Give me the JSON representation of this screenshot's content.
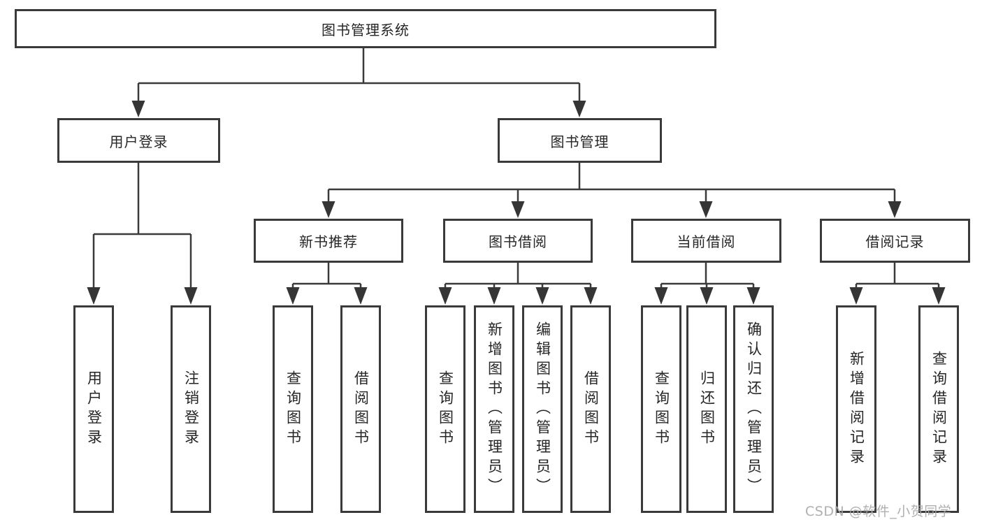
{
  "diagram": {
    "root": {
      "label": "图书管理系统"
    },
    "level2": [
      {
        "label": "用户登录",
        "children": [
          "用户登录",
          "注销登录"
        ]
      },
      {
        "label": "图书管理",
        "children": [
          {
            "label": "新书推荐",
            "children": [
              "查询图书",
              "借阅图书"
            ]
          },
          {
            "label": "图书借阅",
            "children": [
              "查询图书",
              "新增图书（管理员）",
              "编辑图书（管理员）",
              "借阅图书"
            ]
          },
          {
            "label": "当前借阅",
            "children": [
              "查询图书",
              "归还图书",
              "确认归还（管理员）"
            ]
          },
          {
            "label": "借阅记录",
            "children": [
              "新增借阅记录",
              "查询借阅记录"
            ]
          }
        ]
      }
    ]
  },
  "watermark": {
    "text": "CSDN @软件_小贺同学"
  },
  "colors": {
    "line": "#3a3a3a",
    "text": "#262626",
    "watermark": "#aaaaaa",
    "background": "#ffffff"
  }
}
